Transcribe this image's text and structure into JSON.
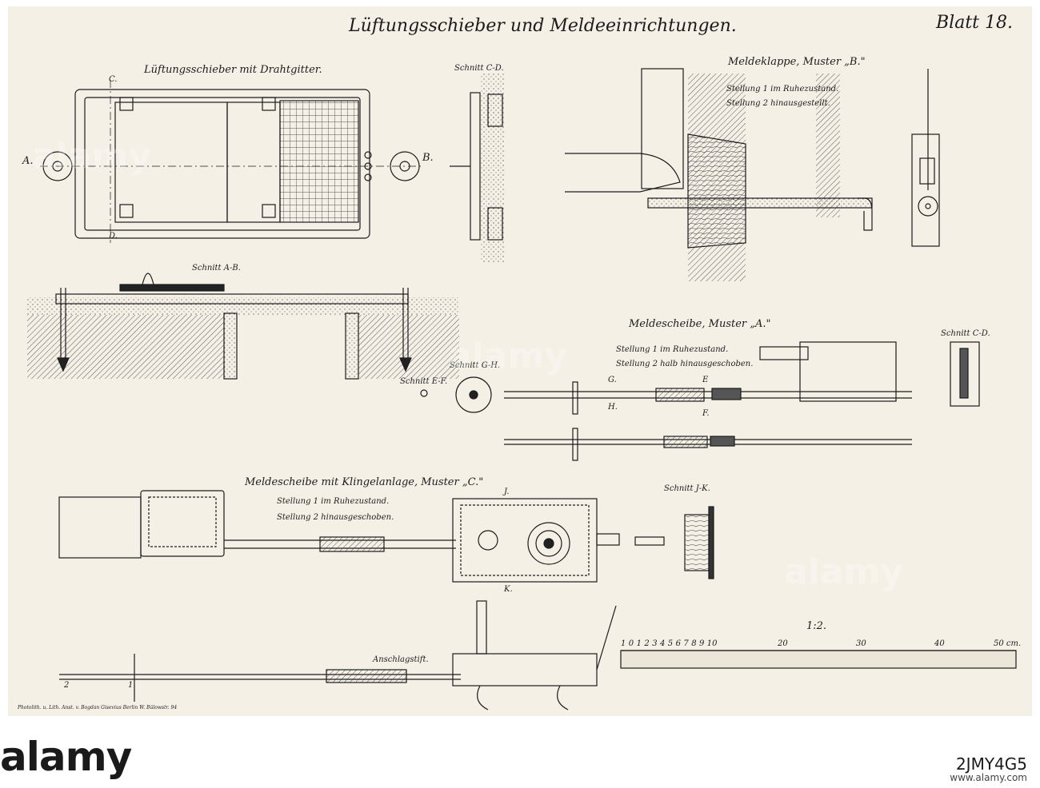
{
  "sheet": {
    "title": "Lüftungsschieber und Meldeeinrichtungen.",
    "blatt": "Blatt 18.",
    "printer": "Photolith. u. Lith. Anst. v. Bogdan Gisevius Berlin W. Bülowstr. 94"
  },
  "views": {
    "vent_title": "Lüftungsschieber mit Drahtgitter.",
    "vent_section_cd": "Schnitt C-D.",
    "vent_section_ab": "Schnitt A-B.",
    "flap_title": "Meldeklappe, Muster „B.\"",
    "flap_pos1": "Stellung 1 im Ruhezustand.",
    "flap_pos2": "Stellung 2 hinausgestellt.",
    "disc_a_title": "Meldescheibe, Muster „A.\"",
    "disc_a_pos1": "Stellung 1 im Ruhezustand.",
    "disc_a_pos2": "Stellung 2 halb hinausgeschoben.",
    "disc_a_section_cd": "Schnitt C-D.",
    "section_ef": "Schnitt E-F.",
    "section_gh": "Schnitt G-H.",
    "disc_c_title": "Meldescheibe mit Klingelanlage, Muster „C.\"",
    "disc_c_pos1": "Stellung 1 im Ruhezustand.",
    "disc_c_pos2": "Stellung 2 hinausgeschoben.",
    "section_jk": "Schnitt J-K.",
    "stop_pin": "Anschlagstift.",
    "scale_ratio": "1:2.",
    "scale_unit": "50 cm."
  },
  "letters": [
    "A.",
    "B.",
    "C.",
    "D.",
    "E",
    "F.",
    "G.",
    "H.",
    "J.",
    "K.",
    "1",
    "2"
  ],
  "scale_ticks": [
    "1",
    "0",
    "1",
    "2",
    "3",
    "4",
    "5",
    "6",
    "7",
    "8",
    "9",
    "10",
    "20",
    "30",
    "40"
  ],
  "stock": {
    "logo": "alamy",
    "watermark": "alamy",
    "image_id": "2JMY4G5",
    "url": "www.alamy.com"
  },
  "colors": {
    "paper": "#f4f0e6",
    "ink": "#1c1c1c"
  }
}
